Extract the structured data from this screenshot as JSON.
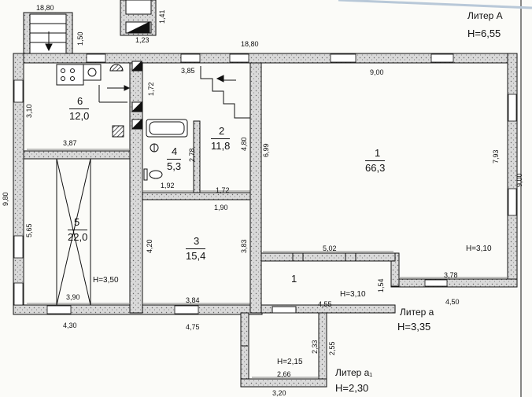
{
  "literA": {
    "name": "Литер А",
    "height": "Н=6,55"
  },
  "literSmallA": {
    "name": "Литер а",
    "height": "Н=3,35"
  },
  "literA1": {
    "name": "Литер а₁",
    "height": "Н=2,30"
  },
  "rooms": {
    "r1": {
      "num": "1",
      "area": "66,3",
      "height": "Н=3,10"
    },
    "r2": {
      "num": "2",
      "area": "11,8"
    },
    "r3": {
      "num": "3",
      "area": "15,4"
    },
    "r4": {
      "num": "4",
      "area": "5,3"
    },
    "r5": {
      "num": "5",
      "area": "22,0",
      "height": "Н=3,50"
    },
    "r6": {
      "num": "6",
      "area": "12,0"
    },
    "corridor": {
      "num": "1",
      "height": "Н=3,10"
    },
    "vestibule": {
      "height": "Н=2,15"
    }
  },
  "dims": {
    "top_left": "18,80",
    "top_main": "18,80",
    "porch_side": "1,50",
    "chimney_w": "1,23",
    "chimney_h": "1,41",
    "r1_top": "9,00",
    "r1_right": "7,93",
    "outer_right": "9,00",
    "stair_w": "3,85",
    "stair_depth": "1,72",
    "r6_left": "3,10",
    "r6_bottom": "3,87",
    "r2_h": "4,80",
    "r2_wall": "6,99",
    "r4_h": "2,78",
    "r4_w": "1,92",
    "r2_bottom": "1,72",
    "r3_top": "1,90",
    "r3_left": "4,20",
    "r3_right": "3,83",
    "r3_bottom": "3,84",
    "r5_left": "5,65",
    "r5_bottom": "3,90",
    "outer_left": "9,80",
    "outer_bottom_left": "4,30",
    "outer_bottom_mid": "4,75",
    "corr_top": "5,02",
    "corr_right": "1,54",
    "corr_bottom": "4,55",
    "r1_bottom": "3,78",
    "outer_bottom_right": "4,50",
    "vest_left": "2,33",
    "vest_right": "2,55",
    "vest_bottom": "2,66",
    "vest_outer": "3,20"
  }
}
